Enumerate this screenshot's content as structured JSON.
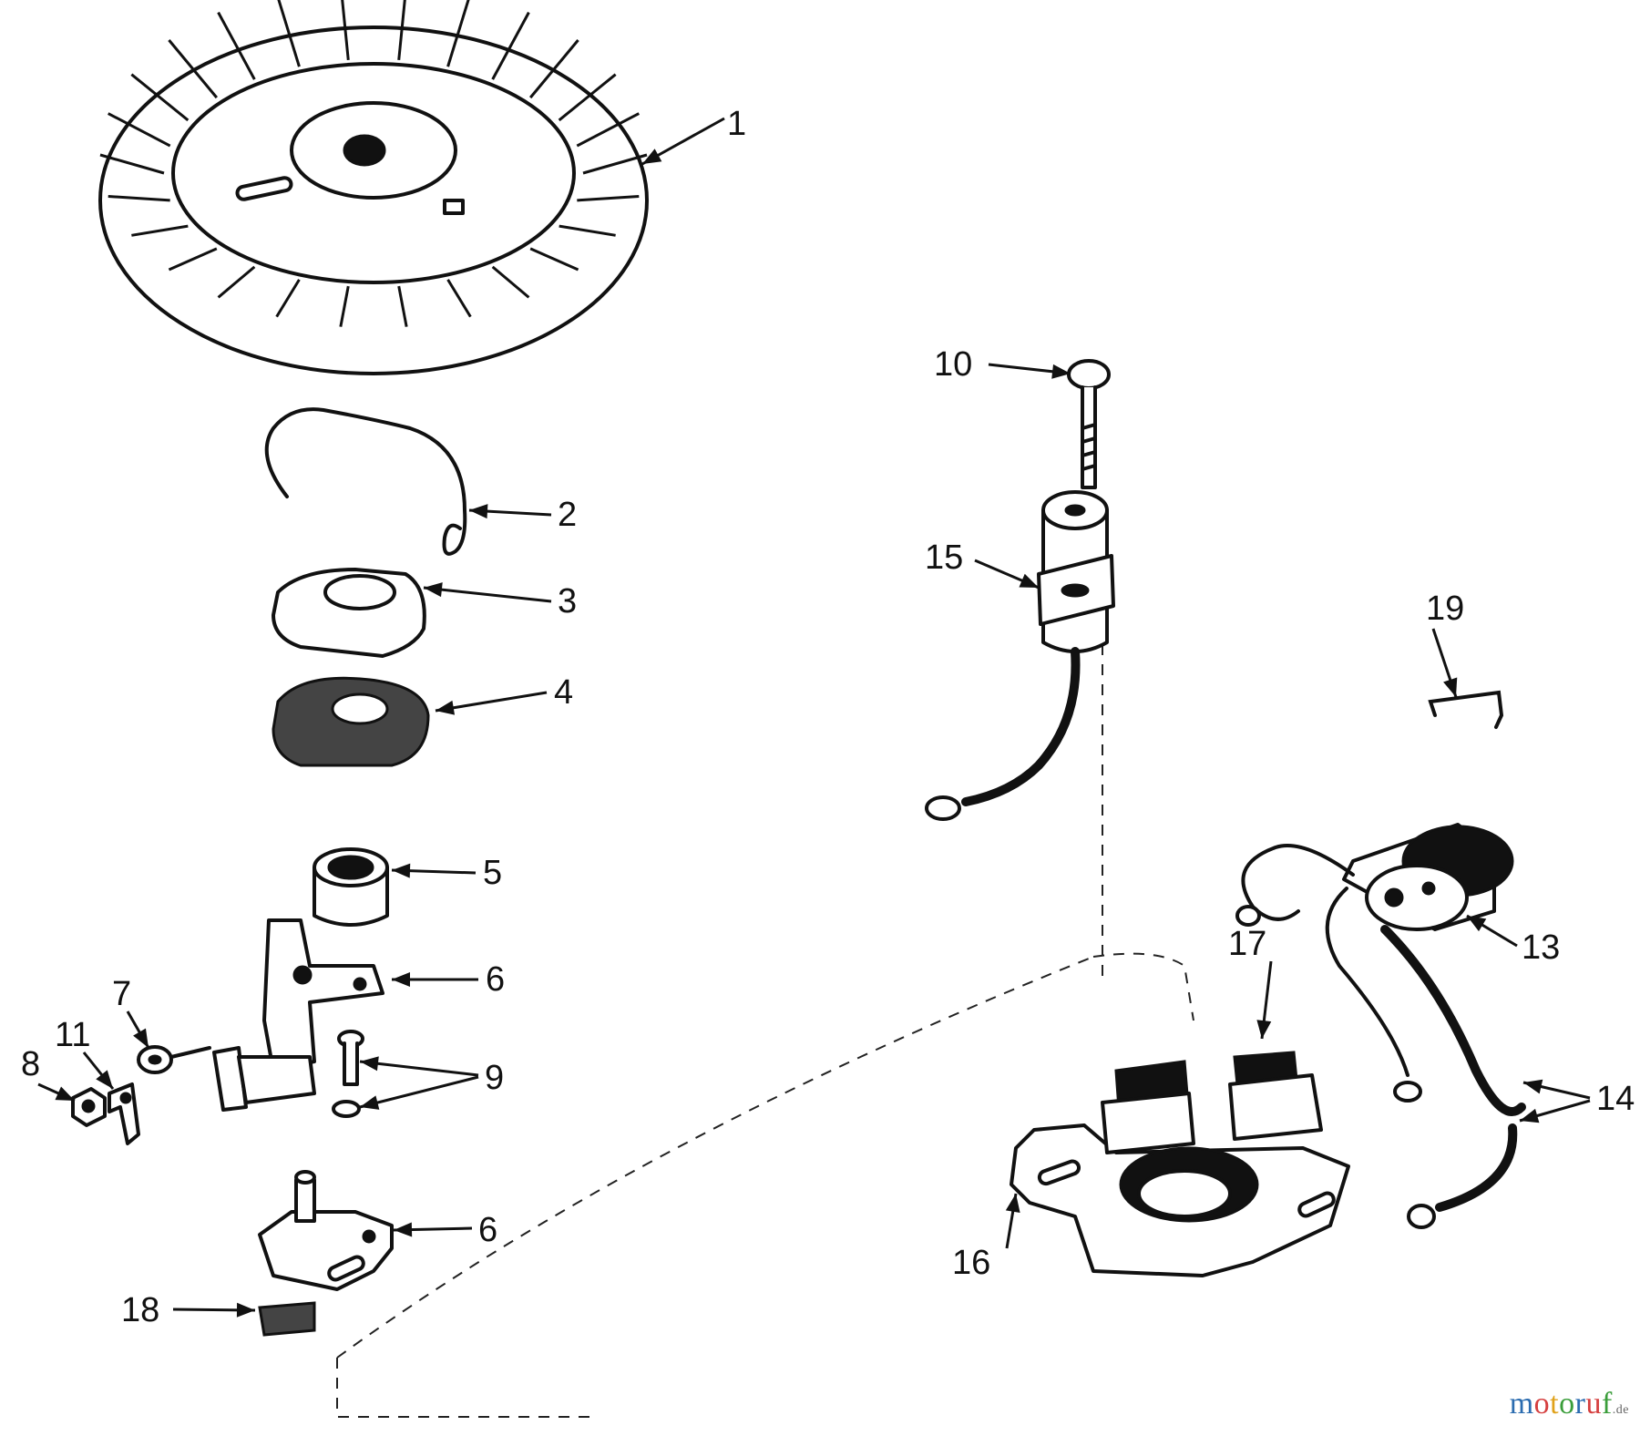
{
  "callouts": {
    "c1": "1",
    "c2": "2",
    "c3": "3",
    "c4": "4",
    "c5": "5",
    "c6a": "6",
    "c6b": "6",
    "c7": "7",
    "c8": "8",
    "c9": "9",
    "c10": "10",
    "c11": "11",
    "c13": "13",
    "c14": "14",
    "c15": "15",
    "c16": "16",
    "c17": "17",
    "c18": "18",
    "c19": "19"
  },
  "watermark": {
    "letters": [
      "m",
      "o",
      "t",
      "o",
      "r",
      "u",
      "f"
    ],
    "colors": [
      "#2b6cb0",
      "#d53f3f",
      "#e0a21b",
      "#3a9d3a",
      "#2b6cb0",
      "#d53f3f",
      "#3a9d3a"
    ],
    "tld": ".de"
  }
}
